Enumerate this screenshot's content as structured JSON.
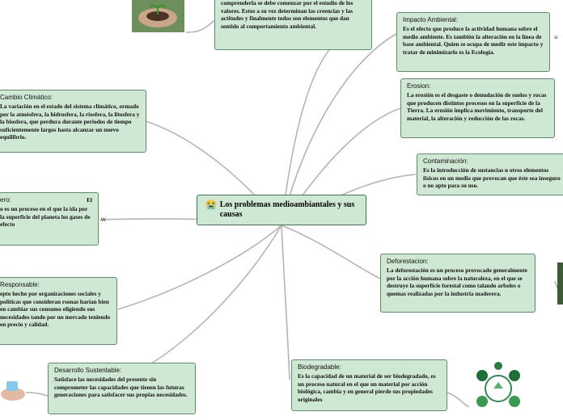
{
  "central": {
    "title": "Los problemas medioambiantales y sus causas",
    "emoji": "😭"
  },
  "nodes": {
    "valores": {
      "title": "",
      "body": "comprenderla se debe comenzar por el estudio de los valores. Estos a su vez determinan las creencias y las actitudes y finalmente todos son elementos que dan sentido al comportamiento ambiental."
    },
    "impacto": {
      "title": "Impacto Ambiental:",
      "body": "Es el efecto que produce la actividad humana sobre el medio ambiente. Es también la alteración en la línea de base ambiental. Quien se ocupa de medir este impacto y tratar de minimizarlo es la Ecología."
    },
    "erosion": {
      "title": "Erosion:",
      "body": "La erosión es el desgaste o denudación de suelos y rocas que producen distintos procesos en la superficie de la Tierra. La erosión implica movimiento, transporte del material, la alteración y reducción de las rocas."
    },
    "contaminacion": {
      "title": "Contaminación:",
      "body": "Es la introducción de sustancias u otros elementos físicos en un medio que provocan que éste sea inseguro o no apto para su uso."
    },
    "deforestacion": {
      "title": "Deforestacion:",
      "body": "La deforestación es un proceso provocado generalmente por la acción humana sobre la naturaleza, en el que se destruye la superficie forestal como talando arboles o quemas realizadas por la industria maderera."
    },
    "biodegradable": {
      "title": "Biodegradable:",
      "body": "Es la capacidad de un material de ser biodegradado, es un proceso natural en el que un material por acción biológica, cambia y en general pierde sus propiedades originales"
    },
    "desarrollo": {
      "title": "Desarrollo Sustentable:",
      "body": "Satisface las necesidades del presente sin comprometer las capacidades que tienen las futuras generaciones para satisfacer sus propias necesidades."
    },
    "responsable": {
      "title": "Responsable:",
      "body": "epto hecho por organizaciones sociales y políticas que consideran rsonas harían bien en cambiar sus consumo eligiendo sus necesidades tando por un mercado teniendo en precio y calidad."
    },
    "efecto": {
      "title": "ero:",
      "title_right": "El",
      "body": "o es un proceso en el que la ida por la superficie del planeta los gases de efecto",
      "side": "w"
    },
    "cambio": {
      "title": "Cambio Climático:",
      "body": "La variación en el estado del sistema climático, ormado por la atmósfera, la hidrosfera, la riosfera, la litosfera y la biosfera, que perdura durante periodos de tiempo suficientemente largos hasta alcanzar un nuevo equilibrio."
    }
  },
  "menu_glyph": "≡"
}
